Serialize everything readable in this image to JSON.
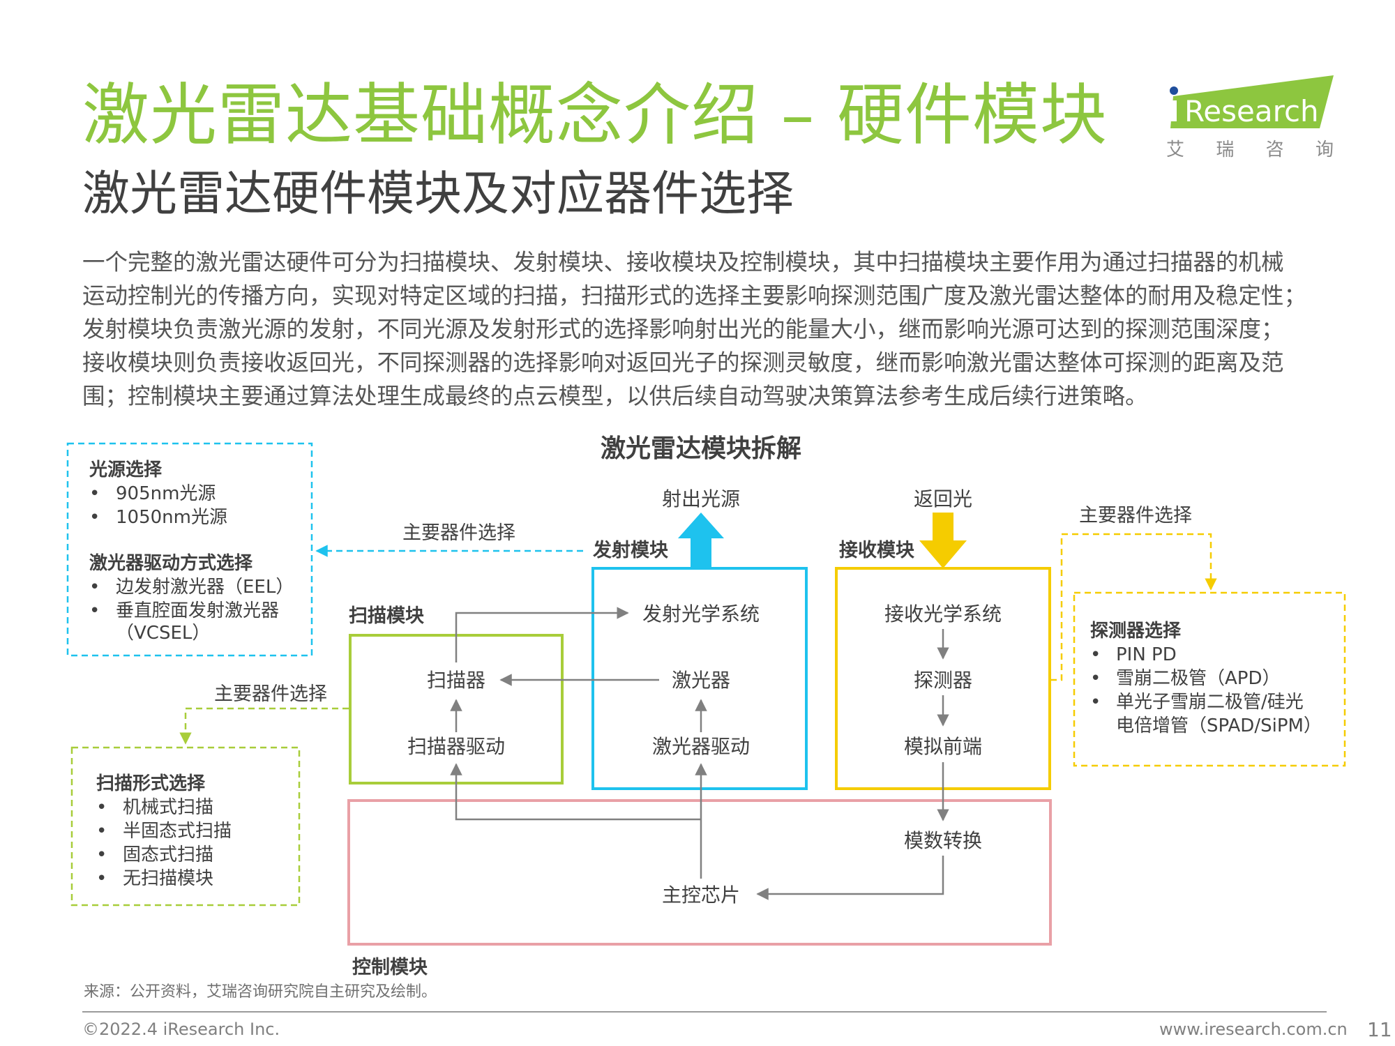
{
  "header": {
    "title": "激光雷达基础概念介绍 – 硬件模块",
    "subtitle": "激光雷达硬件模块及对应器件选择"
  },
  "logo": {
    "text": "Research",
    "sub_chars": [
      "艾",
      "瑞",
      "咨",
      "询"
    ],
    "colors": {
      "green": "#8dc63f",
      "blue": "#1f4e9c"
    }
  },
  "intro": {
    "lines": [
      "一个完整的激光雷达硬件可分为扫描模块、发射模块、接收模块及控制模块，其中扫描模块主要作用为通过扫描器的机械",
      "运动控制光的传播方向，实现对特定区域的扫描，扫描形式的选择主要影响探测范围广度及激光雷达整体的耐用及稳定性；",
      "发射模块负责激光源的发射，不同光源及发射形式的选择影响射出光的能量大小，继而影响光源可达到的探测范围深度；",
      "接收模块则负责接收返回光，不同探测器的选择影响对返回光子的探测灵敏度，继而影响激光雷达整体可探测的距离及范",
      "围；控制模块主要通过算法处理生成最终的点云模型，以供后续自动驾驶决策算法参考生成后续行进策略。"
    ]
  },
  "diagram": {
    "title": "激光雷达模块拆解",
    "colors": {
      "emit": "#1ec2ee",
      "receive": "#f5cc00",
      "scan": "#a8cd3a",
      "control": "#e9a0a6",
      "arrow": "#808080"
    },
    "modules": {
      "scan": {
        "label": "扫描模块",
        "items": [
          "扫描器",
          "扫描器驱动"
        ]
      },
      "emit": {
        "label": "发射模块",
        "items": [
          "发射光学系统",
          "激光器",
          "激光器驱动"
        ],
        "out_label": "射出光源"
      },
      "receive": {
        "label": "接收模块",
        "items": [
          "接收光学系统",
          "探测器",
          "模拟前端"
        ],
        "in_label": "返回光"
      },
      "control": {
        "label": "控制模块",
        "items": [
          "模数转换",
          "主控芯片"
        ]
      }
    },
    "connector_label": "主要器件选择",
    "option_boxes": {
      "light_source": {
        "groups": [
          {
            "heading": "光源选择",
            "items": [
              "905nm光源",
              "1050nm光源"
            ]
          },
          {
            "heading": "激光器驱动方式选择",
            "items": [
              "边发射激光器（EEL）",
              "垂直腔面发射激光器"
            ],
            "cont": "（VCSEL）"
          }
        ]
      },
      "scan_form": {
        "heading": "扫描形式选择",
        "items": [
          "机械式扫描",
          "半固态式扫描",
          "固态式扫描",
          "无扫描模块"
        ]
      },
      "detector": {
        "heading": "探测器选择",
        "items": [
          "PIN PD",
          "雪崩二极管（APD）",
          "单光子雪崩二极管/硅光"
        ],
        "cont": "电倍增管（SPAD/SiPM）"
      }
    }
  },
  "footer": {
    "source": "来源：公开资料，艾瑞咨询研究院自主研究及绘制。",
    "copyright": "©2022.4 iResearch Inc.",
    "website": "www.iresearch.com.cn",
    "page": "11"
  }
}
